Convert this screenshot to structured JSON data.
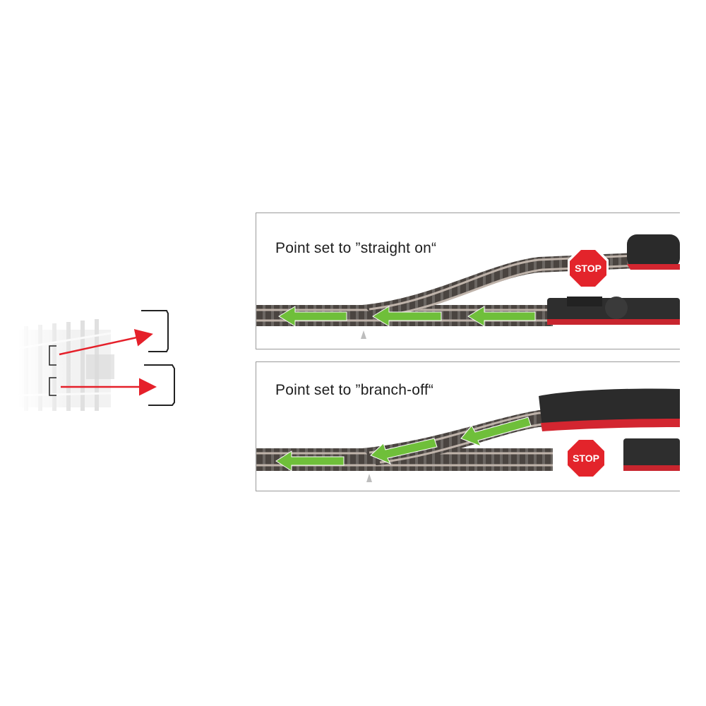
{
  "detail_inset": {
    "description_icon": "contact-detail-with-arrows"
  },
  "panels": [
    {
      "title": "Point set to ”straight on“",
      "stop_sign": "STOP",
      "route": "straight-on"
    },
    {
      "title": "Point set to ”branch-off“",
      "stop_sign": "STOP",
      "route": "branch-off"
    }
  ],
  "colors": {
    "arrow_green": "#6fbf3a",
    "stop_red": "#e3242b",
    "pointer_red": "#e5202a",
    "rail": "#8a7a70",
    "sleeper": "#4a4440",
    "loco_body": "#2a2a2a",
    "loco_frame": "#d32630"
  }
}
